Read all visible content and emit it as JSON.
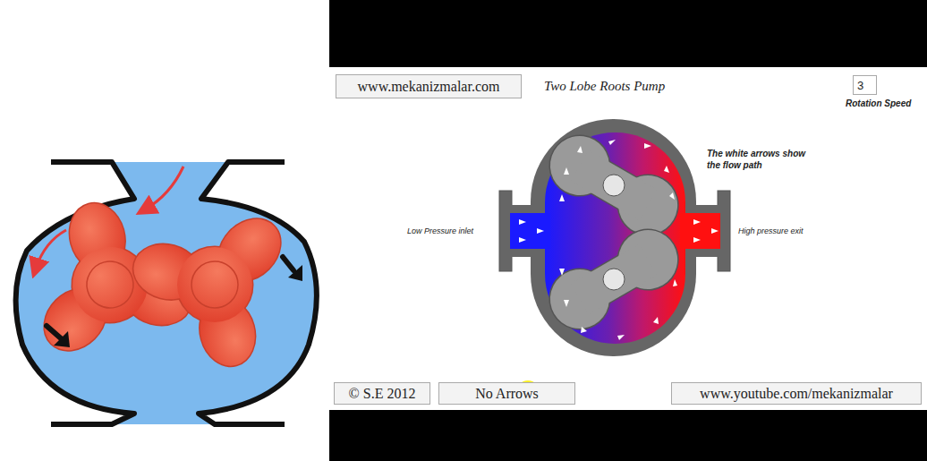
{
  "diagram": {
    "title": "Two Lobe Roots Pump",
    "nodes": [
      {
        "text": [
          "www.mekanizmalar.com"
        ]
      },
      {
        "text": [
          "3"
        ]
      },
      {
        "text": [
          "© S.E 2012"
        ]
      },
      {
        "text": [
          "No Arrows"
        ]
      },
      {
        "text": [
          "www.youtube.com/mekanizmalar"
        ]
      }
    ],
    "labels": [
      "Rotation Speed",
      "The white arrows show the flow path",
      "Low Pressure inlet",
      "High pressure exit"
    ]
  }
}
